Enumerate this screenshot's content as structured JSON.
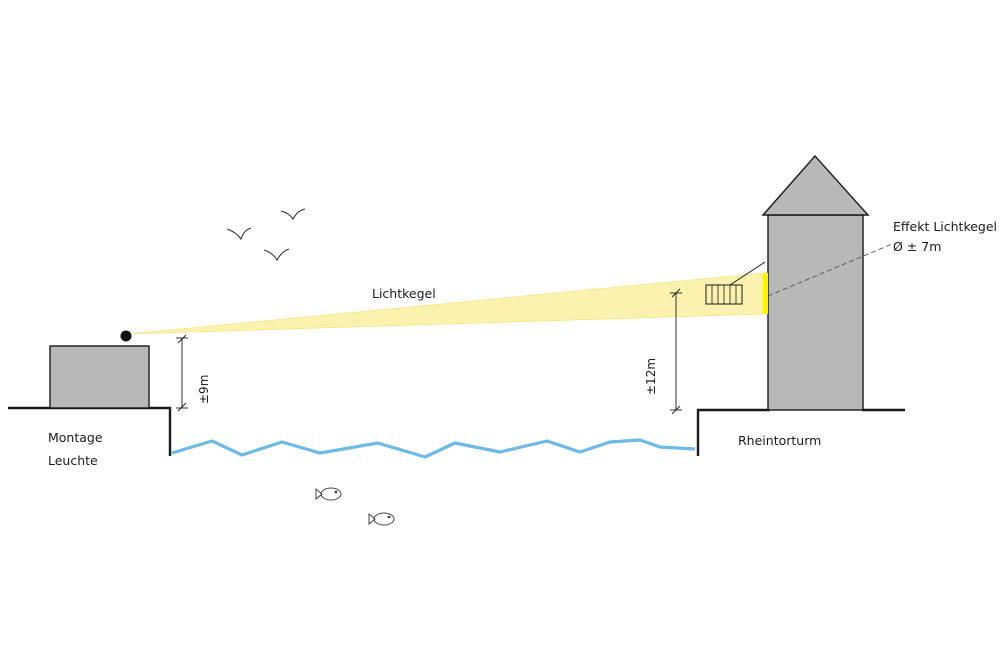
{
  "labels": {
    "lichtkegel": "Lichtkegel",
    "effekt_line1": "Effekt Lichtkegel",
    "effekt_line2": "Ø ± 7m",
    "montage_line1": "Montage",
    "montage_line2": "Leuchte",
    "rheintorturm": "Rheintorturm",
    "dim_left": "±9m",
    "dim_right": "±12m"
  },
  "colors": {
    "building": "#b8b8b8",
    "beam": "#fbf2b0",
    "beam_edge": "#f0df6e",
    "spot": "#fff200",
    "water": "#6db9e8",
    "line": "#1a1a1a"
  }
}
